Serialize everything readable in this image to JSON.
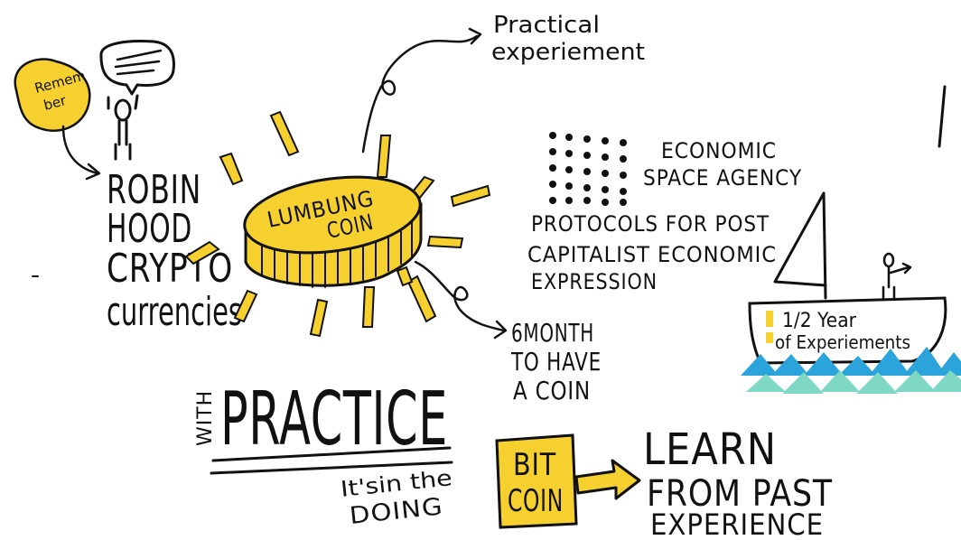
{
  "colors": {
    "ink": "#111111",
    "accent_yellow": "#F6D02F",
    "wave_blue": "#2BA3DB",
    "wave_green": "#7FD8C4",
    "paper": "#ffffff"
  },
  "bubble": {
    "label": "Remem ber",
    "line1": "Remem",
    "line2": "ber"
  },
  "robin_hood": {
    "lines": [
      "ROBIN",
      "HOOD",
      "CRYPTO",
      "currencies"
    ]
  },
  "coin": {
    "line1": "LUMBUNG",
    "line2": "COIN"
  },
  "practical": {
    "line1": "Practical",
    "line2": "experiement"
  },
  "esa": {
    "line1": "ECONOMIC",
    "line2": "SPACE AGENCY"
  },
  "protocols": {
    "lines": [
      "PROTOCOLS FOR POST",
      "CAPITALIST ECONOMIC",
      "EXPRESSION"
    ]
  },
  "months": {
    "lines": [
      "6MONTH",
      "TO HAVE",
      "A COIN"
    ]
  },
  "boat": {
    "line1": "1/2 Year",
    "line2": "of Experiements"
  },
  "practice": {
    "with": "WITH",
    "title": "PRACTICE",
    "sub1": "It'sin the",
    "sub2": "DOING"
  },
  "bitcoin": {
    "line1": "BIT",
    "line2": "COIN"
  },
  "learn": {
    "lines": [
      "LEARN",
      "FROM PAST",
      "EXPERIENCE"
    ]
  },
  "icons": [
    "speech-bubble-icon",
    "stick-figure-icon",
    "coin-icon",
    "sailboat-icon",
    "wave-icon",
    "dot-grid-icon",
    "arrow-icon"
  ]
}
